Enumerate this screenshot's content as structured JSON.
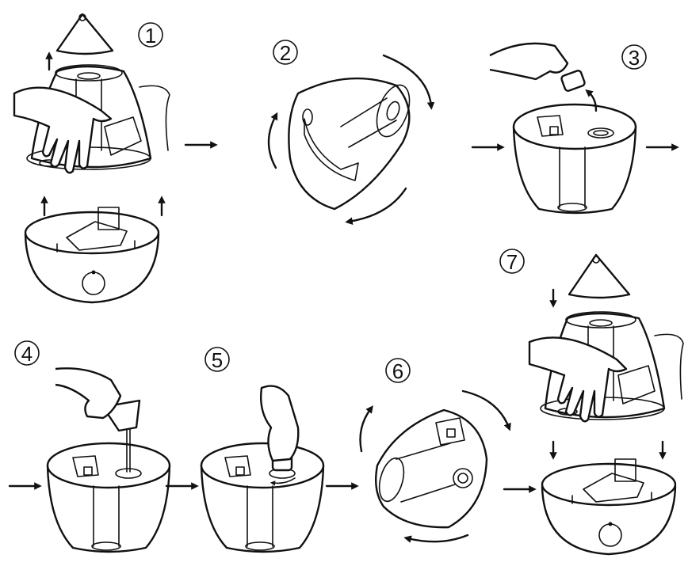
{
  "steps": [
    {
      "number": "1"
    },
    {
      "number": "2"
    },
    {
      "number": "3"
    },
    {
      "number": "4"
    },
    {
      "number": "5"
    },
    {
      "number": "6"
    },
    {
      "number": "7"
    }
  ],
  "colors": {
    "ink": "#111111",
    "background": "#ffffff"
  },
  "icons": [
    "arrow-right-icon",
    "arrow-up-icon",
    "arrow-down-icon",
    "curved-rotate-arrow-icon",
    "hand-icon",
    "water-cup-icon",
    "cap-icon"
  ]
}
